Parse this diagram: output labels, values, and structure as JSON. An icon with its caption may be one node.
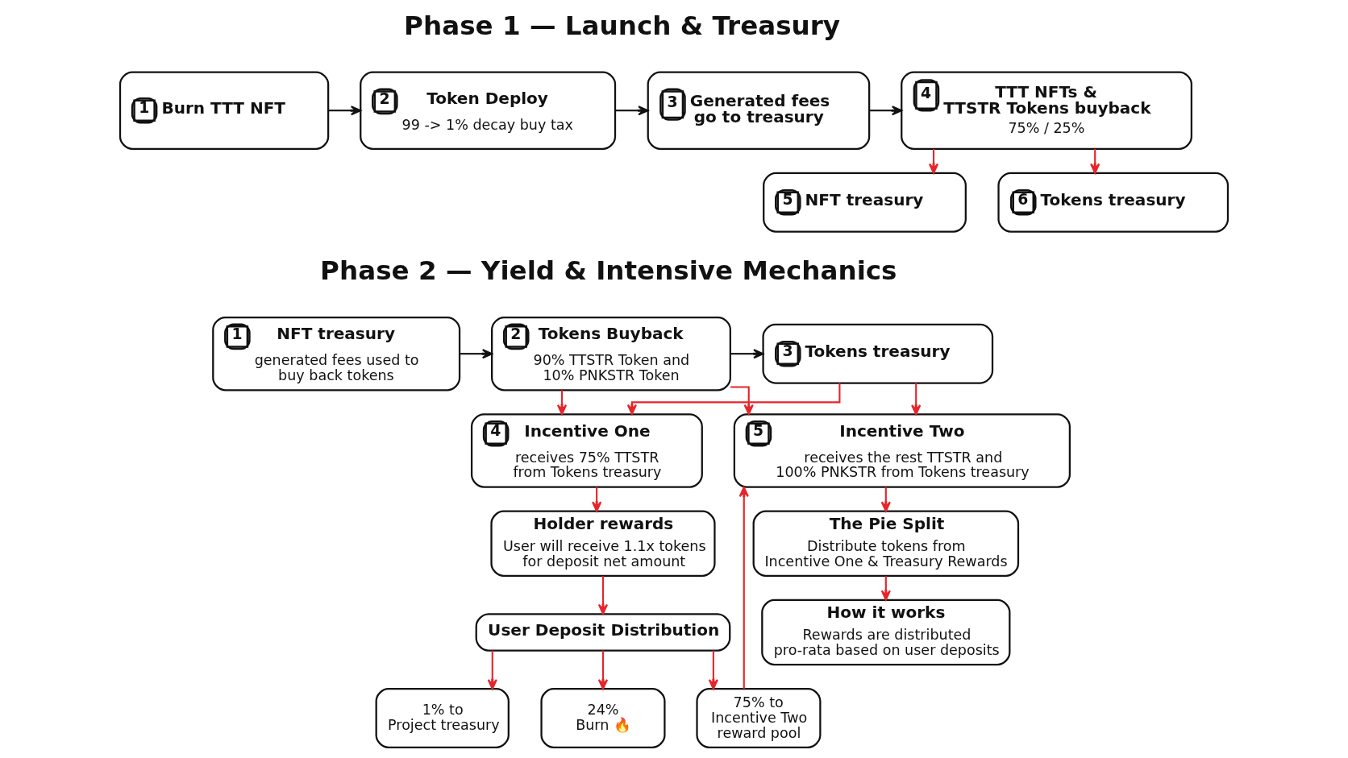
{
  "diagram": {
    "nodes": [
      {
        "text": [
          "1",
          "Burn TTT NFT"
        ]
      },
      {
        "text": [
          "2",
          "Token Deploy",
          "99 -> 1% decay buy tax"
        ]
      },
      {
        "text": [
          "3",
          "Generated fees go to treasury"
        ]
      },
      {
        "text": [
          "4",
          "TTT NFTs & TTSTR Tokens buyback",
          "75% / 25%"
        ]
      },
      {
        "text": [
          "5",
          "NFT treasury"
        ]
      },
      {
        "text": [
          "6",
          "Tokens treasury"
        ]
      },
      {
        "text": [
          "1",
          "NFT treasury",
          "generated fees used to buy back tokens"
        ]
      },
      {
        "text": [
          "2",
          "Tokens Buyback",
          "90% TTSTR Token and 10% PNKSTR Token"
        ]
      },
      {
        "text": [
          "3",
          "Tokens treasury"
        ]
      },
      {
        "text": [
          "4",
          "Incentive One",
          "receives 75% TTSTR from Tokens treasury"
        ]
      },
      {
        "text": [
          "5",
          "Incentive Two",
          "receives the rest TTSTR and 100% PNKSTR from Tokens treasury"
        ]
      },
      {
        "text": [
          "Holder rewards",
          "User will receive 1.1x tokens for deposit net amount"
        ]
      },
      {
        "text": [
          "The Pie Split",
          "Distribute tokens from Incentive One & Treasury Rewards"
        ]
      },
      {
        "text": [
          "User Deposit Distribution"
        ]
      },
      {
        "text": [
          "How it works",
          "Rewards are distributed pro-rata based on user deposits"
        ]
      },
      {
        "text": [
          "1% to Project treasury"
        ]
      },
      {
        "text": [
          "24% Burn 🔥"
        ]
      },
      {
        "text": [
          "75% to Incentive Two reward pool"
        ]
      }
    ],
    "edges": [
      {
        "from": 0,
        "to": 1,
        "arrow": "to",
        "color": "#111111"
      },
      {
        "from": 1,
        "to": 2,
        "arrow": "to",
        "color": "#111111"
      },
      {
        "from": 2,
        "to": 3,
        "arrow": "to",
        "color": "#111111"
      },
      {
        "from": 3,
        "to": 4,
        "arrow": "to"
      },
      {
        "from": 3,
        "to": 5,
        "arrow": "to"
      },
      {
        "from": 6,
        "to": 7,
        "arrow": "to",
        "color": "#111111"
      },
      {
        "from": 7,
        "to": 8,
        "arrow": "to",
        "color": "#111111"
      },
      {
        "from": 7,
        "to": 9,
        "arrow": "to"
      },
      {
        "from": 7,
        "to": 10,
        "arrow": "to"
      },
      {
        "from": 8,
        "to": 9,
        "arrow": "to"
      },
      {
        "from": 8,
        "to": 10,
        "arrow": "to"
      },
      {
        "from": 9,
        "to": 11,
        "arrow": "to"
      },
      {
        "from": 11,
        "to": 13,
        "arrow": "to"
      },
      {
        "from": 13,
        "to": 15,
        "arrow": "to"
      },
      {
        "from": 13,
        "to": 16,
        "arrow": "to"
      },
      {
        "from": 13,
        "to": 17,
        "arrow": "to"
      },
      {
        "from": 17,
        "to": 10,
        "arrow": "to"
      },
      {
        "from": 10,
        "to": 12,
        "arrow": "to"
      },
      {
        "from": 12,
        "to": 14,
        "arrow": "to"
      }
    ],
    "labels": [
      "Phase 1 — Launch & Treasury",
      "Phase 2 — Yield & Intensive Mechanics"
    ]
  }
}
